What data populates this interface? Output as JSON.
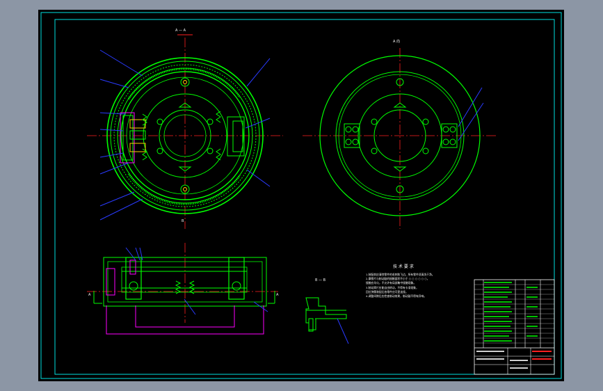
{
  "drawing": {
    "views": {
      "section_aa": "A — A",
      "view_a": "A 向",
      "section_bb": "B — B",
      "cut_a": "A",
      "cut_b": "B"
    },
    "tech_requirements": {
      "title": "技 术 要 求",
      "lines": [
        "1.装配前应清除零件的毛刺和飞边，所有零件须清洗干净。",
        "2.摩擦片与制动鼓的接触面积不小于 ○ ○ ○ ○ ○ ○，",
        "  接触应均匀，不允许有局部集中接触现象。",
        "3.制动蹄片应能自由转动，不得有卡滞现象，",
        "  回位弹簧装配后各零件应可靠连接。",
        "4.调整间隙后应检查制动效果，制动鼓不得有异响。"
      ]
    },
    "colors": {
      "background": "#000000",
      "frame": "#00ffff",
      "geometry": "#00ff00",
      "centerline": "#ff2020",
      "leader": "#2a3bff",
      "dimension": "#ff00ff",
      "text": "#ffffff"
    }
  }
}
